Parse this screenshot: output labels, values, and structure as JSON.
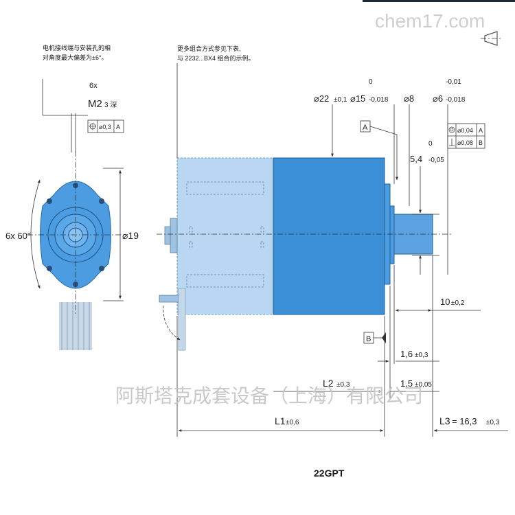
{
  "watermark_top": "chem17.com",
  "watermark_bottom": "阿斯塔克成套设备（上海）有限公司",
  "model": "22GPT",
  "note_left_1": "电机接线端与安装孔的相",
  "note_left_2": "对角度最大偏差为±6°。",
  "note_mid_1": "更多组合方式参见下表,",
  "note_mid_2": "与 2232...BX4 组合的示例。",
  "hole_count": "6x",
  "thread": "M2",
  "thread_depth": "3 深",
  "pos_tol": "⌀0,3",
  "datum_a": "A",
  "datum_b": "B",
  "angle": "6x 60°",
  "dia_front": "⌀19",
  "dim_d22": "⌀22",
  "dim_d22_tol": "±0,1",
  "dim_d15": "⌀15",
  "dim_d15_up": "0",
  "dim_d15_lo": "-0,018",
  "dim_d8": "⌀8",
  "dim_d6": "⌀6",
  "dim_d6_up": "-0,01",
  "dim_d6_lo": "-0,018",
  "conc_tol": "⌀0,04",
  "perp_tol": "⌀0,08",
  "flat": "5,4",
  "flat_up": "0",
  "flat_lo": "-0,05",
  "dim_10": "10",
  "dim_10_tol": "±0,2",
  "dim_16": "1,6",
  "dim_16_tol": "±0,3",
  "dim_15": "1,5",
  "dim_15_tol": "±0,05",
  "dim_l2": "L2",
  "dim_l2_tol": "±0,3",
  "dim_l1": "L1",
  "dim_l1_tol": "±0,6",
  "dim_l3": "L3",
  "dim_l3_val": "= 16,3",
  "dim_l3_tol": "±0,3",
  "colors": {
    "gearhead": "#3a8fd6",
    "motor": "#b9d7f2",
    "shaft": "#5ba3e0",
    "front": "#4b9ce0",
    "line": "#333333"
  }
}
